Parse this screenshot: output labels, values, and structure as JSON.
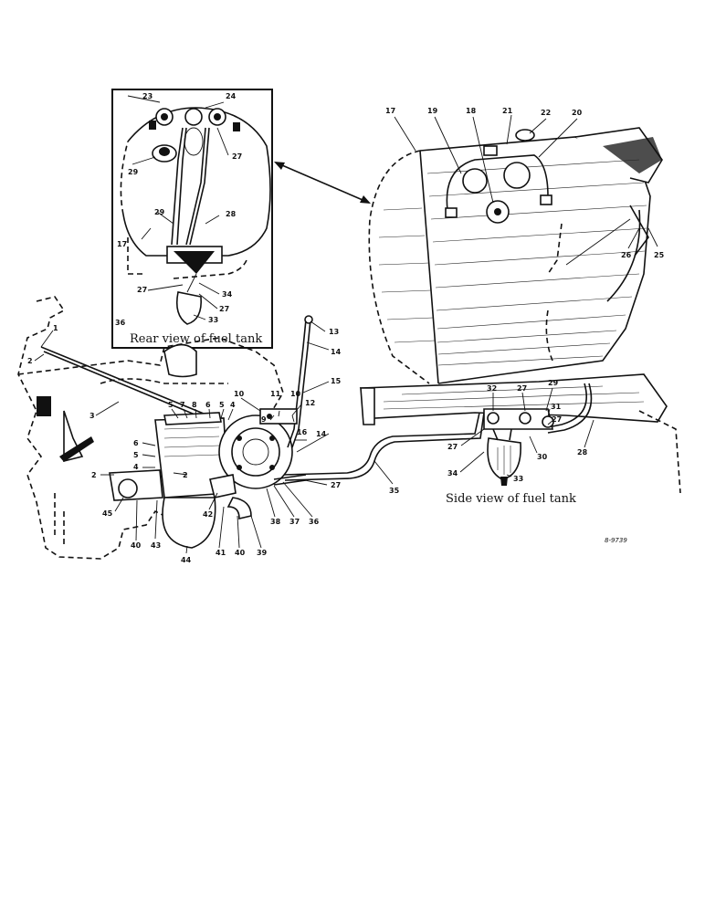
{
  "diagram": {
    "captions": {
      "rear_view": "Rear view of fuel tank",
      "side_view": "Side view of fuel tank"
    },
    "drawing_code": "8-9739",
    "callouts": {
      "inset": [
        "23",
        "24",
        "27",
        "29",
        "17",
        "29",
        "28",
        "27",
        "34",
        "27",
        "33",
        "36"
      ],
      "tank": [
        "17",
        "19",
        "18",
        "21",
        "22",
        "20",
        "26",
        "25",
        "28",
        "32",
        "27",
        "29",
        "31",
        "27",
        "30",
        "27",
        "34",
        "33",
        "35"
      ],
      "engine": [
        "1",
        "2",
        "3",
        "5",
        "7",
        "8",
        "6",
        "5",
        "4",
        "10",
        "11",
        "10",
        "9",
        "12",
        "13",
        "14",
        "15",
        "16",
        "14",
        "6",
        "5",
        "4",
        "2",
        "2",
        "45",
        "40",
        "43",
        "44",
        "42",
        "41",
        "40",
        "39",
        "38",
        "37",
        "36",
        "27"
      ]
    }
  }
}
